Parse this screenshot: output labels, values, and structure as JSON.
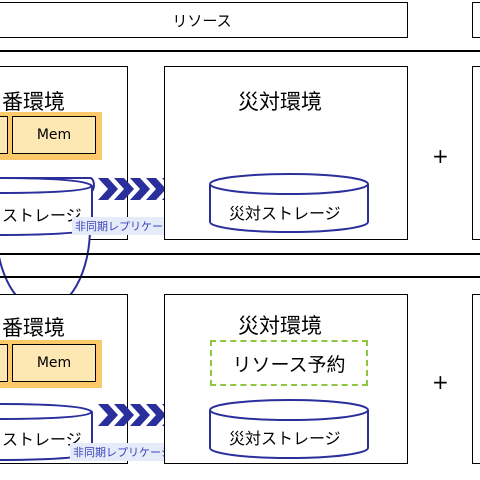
{
  "top_bar": {
    "label": "リソース"
  },
  "upper": {
    "primary_title": "番環境",
    "mem_label": "Mem",
    "primary_storage_label": "ストレージ",
    "dr_title": "災対環境",
    "dr_storage_label": "災対ストレージ",
    "replication_label": "非同期レプリケーション",
    "plus": "+"
  },
  "lower": {
    "primary_title": "番環境",
    "mem_label": "Mem",
    "primary_storage_label": "ストレージ",
    "dr_title": "災対環境",
    "reservation_label": "リソース予約",
    "dr_storage_label": "災対ストレージ",
    "replication_label": "非同期レプリケーション",
    "plus": "+"
  },
  "colors": {
    "storage_blue": "#2b2f9c",
    "mem_fill": "#fde8b4",
    "mem_frame": "#fbc96a",
    "replication_bg": "#e6ebfa",
    "reservation_border": "#8fc640"
  }
}
